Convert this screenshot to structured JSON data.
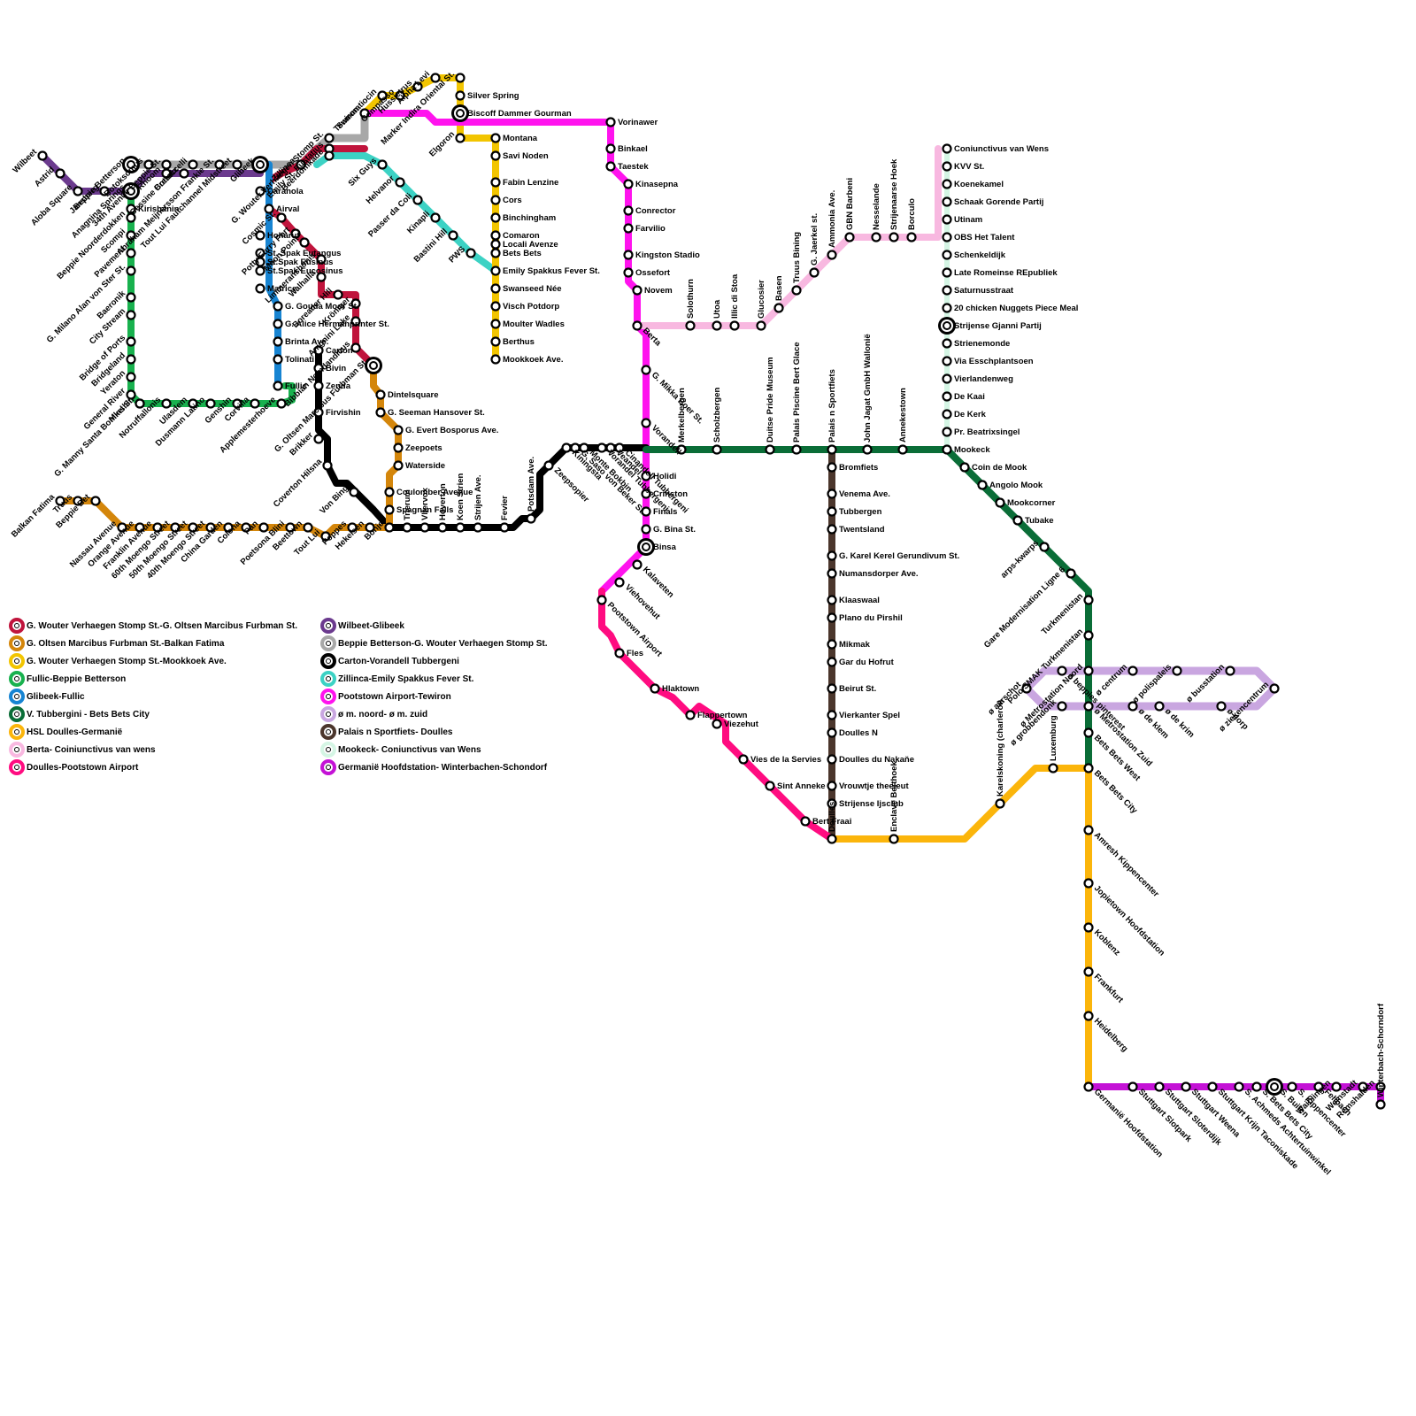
{
  "lines": [
    {
      "id": "red",
      "name": "G. Wouter Verhaegen Stomp St.-G. Oltsen Marcibus Furbman St.",
      "color": "#c0143c"
    },
    {
      "id": "orange",
      "name": "G. Oltsen Marcibus Furbman St.-Balkan Fatima",
      "color": "#d4860b"
    },
    {
      "id": "yellow",
      "name": "G. Wouter Verhaegen Stomp St.-Mookkoek Ave.",
      "color": "#f2c500"
    },
    {
      "id": "green",
      "name": "Fullic-Beppie Betterson",
      "color": "#18b14e"
    },
    {
      "id": "blue",
      "name": "Glibeek-Fullic",
      "color": "#1784d2"
    },
    {
      "id": "darkgreen",
      "name": "V. Tubbergini - Bets Bets City",
      "color": "#0a6d37"
    },
    {
      "id": "amber",
      "name": "HSL Doulles-Germanië",
      "color": "#fbb50b"
    },
    {
      "id": "pink",
      "name": "Berta- Coiniunctivus van wens",
      "color": "#f8b8e0"
    },
    {
      "id": "crimson",
      "name": "Doulles-Pootstown Airport",
      "color": "#ff0c80"
    },
    {
      "id": "purple",
      "name": "Wilbeet-Glibeek",
      "color": "#6b3a8e"
    },
    {
      "id": "gray",
      "name": "Beppie Betterson-G. Wouter Verhaegen Stomp St.",
      "color": "#a8a8a8"
    },
    {
      "id": "black",
      "name": "Carton-Vorandell Tubbergeni",
      "color": "#000000"
    },
    {
      "id": "teal",
      "name": "Zillinca-Emily Spakkus Fever St.",
      "color": "#3cd2c4"
    },
    {
      "id": "magenta",
      "name": "Pootstown Airport-Tewiron",
      "color": "#ff13ee"
    },
    {
      "id": "lavender",
      "name": "ø m. noord- ø m. zuid",
      "color": "#c9a6e0"
    },
    {
      "id": "brown",
      "name": "Palais n Sportfiets- Doulles",
      "color": "#4b362c"
    },
    {
      "id": "mint",
      "name": "Mookeck- Coniunctivus van Wens",
      "color": "#d4f5e4"
    },
    {
      "id": "violet",
      "name": "Germanië Hoofdstation- Winterbachen-Schondorf",
      "color": "#c412d6"
    }
  ],
  "stations": [
    {
      "n": "Wilbeet",
      "a": -45
    },
    {
      "n": "Astrid",
      "a": -45
    },
    {
      "n": "Aloba Square",
      "a": -45
    },
    {
      "n": "Jansberg",
      "a": -45
    },
    {
      "n": "Beppie Betterson",
      "a": -45
    },
    {
      "n": "Anagnina Springs",
      "a": -45
    },
    {
      "n": "Botoksomus",
      "a": -45
    },
    {
      "n": "34th Avenue Beppie St.",
      "a": -45
    },
    {
      "n": "Rhoom",
      "a": -45
    },
    {
      "n": "Cressix",
      "a": -45
    },
    {
      "n": "Cessine Bottaccelli",
      "a": -45
    },
    {
      "n": "Abraham Meijnersson Frankie St.",
      "a": -45
    },
    {
      "n": "Tout Lui Fautchannel Midstreet",
      "a": -45
    },
    {
      "n": "Glibeek",
      "a": -45
    },
    {
      "n": "Zillinca",
      "a": -45
    },
    {
      "n": "G. Wouter Verhaegen Stomp St.",
      "a": -45
    },
    {
      "n": "Emily St. Eustatius",
      "a": -45
    },
    {
      "n": "Beerdomkade",
      "a": -45
    },
    {
      "n": "Tewiron",
      "a": -45
    },
    {
      "n": "Summatiocin",
      "a": -45
    },
    {
      "n": "Compasso",
      "a": -45
    },
    {
      "n": "Hussietrus",
      "a": -45
    },
    {
      "n": "Alpha Levi",
      "a": -45
    },
    {
      "n": "Marker Indira Oriental St.",
      "a": -45
    },
    {
      "n": "Silver Spring",
      "a": 0
    },
    {
      "n": "Biscoff Dammer Gourman",
      "a": 0
    },
    {
      "n": "Vorinawer",
      "a": 0
    },
    {
      "n": "Binkael",
      "a": 0
    },
    {
      "n": "Taestek",
      "a": 0
    },
    {
      "n": "Kinasepna",
      "a": 0
    },
    {
      "n": "Conrector",
      "a": 0
    },
    {
      "n": "Farvilio",
      "a": 0
    },
    {
      "n": "Kingston Stadio",
      "a": 0
    },
    {
      "n": "Ossefort",
      "a": 0
    },
    {
      "n": "Novem",
      "a": 0
    },
    {
      "n": "Montana",
      "a": 0
    },
    {
      "n": "Savi Noden",
      "a": 0
    },
    {
      "n": "Fabin Lenzine",
      "a": 0
    },
    {
      "n": "Cors",
      "a": 0
    },
    {
      "n": "Binchingham",
      "a": 0
    },
    {
      "n": "Comaron",
      "a": 0
    },
    {
      "n": "Locali Avenze",
      "a": 0
    },
    {
      "n": "Bets Bets",
      "a": 0
    },
    {
      "n": "Emily Spakkus Fever St.",
      "a": 0
    },
    {
      "n": "Swanseed Née",
      "a": 0
    },
    {
      "n": "Visch Potdorp",
      "a": 0
    },
    {
      "n": "Moulter Wadles",
      "a": 0
    },
    {
      "n": "Berthus",
      "a": 0
    },
    {
      "n": "Mookkoek Ave.",
      "a": 0
    },
    {
      "n": "Six Guys",
      "a": -45
    },
    {
      "n": "Helvanor",
      "a": -45
    },
    {
      "n": "Passer da Coli",
      "a": -45
    },
    {
      "n": "Elgoron",
      "a": -45
    },
    {
      "n": "Kinapli",
      "a": -45
    },
    {
      "n": "Bastini Hill",
      "a": -45
    },
    {
      "n": "PWS",
      "a": -45
    },
    {
      "n": "Caranola",
      "a": 0
    },
    {
      "n": "Airval",
      "a": 0
    },
    {
      "n": "Cosmic St.",
      "a": -45
    },
    {
      "n": "Potty Furry Port",
      "a": -45
    },
    {
      "n": "Moon Point",
      "a": -45
    },
    {
      "n": "Limmeranshonis",
      "a": -45
    },
    {
      "n": "Walhalla",
      "a": -45
    },
    {
      "n": "Boreader Hill",
      "a": -45
    },
    {
      "n": "Kröniger",
      "a": -45
    },
    {
      "n": "Anignini Lake",
      "a": -45
    },
    {
      "n": "Bibbian Nomdandicus",
      "a": -45
    },
    {
      "n": "G. Oltsen Marcibus Furbman St.",
      "a": -45
    },
    {
      "n": "Kirishanin",
      "a": 0
    },
    {
      "n": "Beppie Noorderdokken",
      "a": -45
    },
    {
      "n": "Scompi",
      "a": -45
    },
    {
      "n": "Pavement",
      "a": -45
    },
    {
      "n": "G. Milano Alan von Ster St.",
      "a": -45
    },
    {
      "n": "Baeronik",
      "a": -45
    },
    {
      "n": "City Stream",
      "a": -45
    },
    {
      "n": "Bridge of Ports",
      "a": -45
    },
    {
      "n": "Bridgeland",
      "a": -45
    },
    {
      "n": "Yeraton",
      "a": -45
    },
    {
      "n": "General River",
      "a": -45
    },
    {
      "n": "G. Manny Santa Bonikel St.",
      "a": -45
    },
    {
      "n": "Minshin",
      "a": -45
    },
    {
      "n": "Notruffallonis",
      "a": -45
    },
    {
      "n": "Ulasdem",
      "a": -45
    },
    {
      "n": "Dusmann Latino",
      "a": -45
    },
    {
      "n": "Genshin",
      "a": -45
    },
    {
      "n": "Corvilla",
      "a": -45
    },
    {
      "n": "Applemesterhoeve",
      "a": -45
    },
    {
      "n": "Hoharuf",
      "a": 0
    },
    {
      "n": "St. Spak Eutangus",
      "a": 0
    },
    {
      "n": "St.Spak Eusinus",
      "a": 0
    },
    {
      "n": "St.Spak Eucosinus",
      "a": 0
    },
    {
      "n": "Matrice",
      "a": 0
    },
    {
      "n": "G. Gouda Moor St.",
      "a": 0
    },
    {
      "n": "G. Alice Hermanprinter St.",
      "a": 0
    },
    {
      "n": "Brinta Ave.",
      "a": 0
    },
    {
      "n": "Tolinati",
      "a": 0
    },
    {
      "n": "Fullic",
      "a": 0
    },
    {
      "n": "Carton",
      "a": 0
    },
    {
      "n": "Bivin",
      "a": 0
    },
    {
      "n": "Zenda",
      "a": 0
    },
    {
      "n": "Firvishin",
      "a": 0
    },
    {
      "n": "Brikker",
      "a": -45
    },
    {
      "n": "Coverton Hilsna",
      "a": -45
    },
    {
      "n": "Von Bing",
      "a": -45
    },
    {
      "n": "Dintelsquare",
      "a": 0
    },
    {
      "n": "G. Seeman Hansover St.",
      "a": 0
    },
    {
      "n": "G. Evert Bosporus Ave.",
      "a": 0
    },
    {
      "n": "Zeepoets",
      "a": 0
    },
    {
      "n": "Waterside",
      "a": 0
    },
    {
      "n": "Coulomber Avenue",
      "a": 0
    },
    {
      "n": "Spagnan Falls",
      "a": 0
    },
    {
      "n": "Balkan Fatima",
      "a": -45
    },
    {
      "n": "Truus",
      "a": -45
    },
    {
      "n": "Beppie Bet",
      "a": -45
    },
    {
      "n": "Nassau Avenue",
      "a": -45
    },
    {
      "n": "Orange Avenue",
      "a": -45
    },
    {
      "n": "Franklin Avenue",
      "a": -45
    },
    {
      "n": "60th Moengo Street",
      "a": -45
    },
    {
      "n": "50th Moengo Street",
      "a": -45
    },
    {
      "n": "40th Moengo Street",
      "a": -45
    },
    {
      "n": "China Garden",
      "a": -45
    },
    {
      "n": "Colona",
      "a": -45
    },
    {
      "n": "Pan",
      "a": -45
    },
    {
      "n": "Poetsona Blini",
      "a": -45
    },
    {
      "n": "Beettown",
      "a": -45
    },
    {
      "n": "Tout Lui",
      "a": -45
    },
    {
      "n": "Poppes",
      "a": -45
    },
    {
      "n": "Hekelsen",
      "a": -45
    },
    {
      "n": "Bonje",
      "a": -45
    },
    {
      "n": "Trierum",
      "a": -90
    },
    {
      "n": "Vliervox",
      "a": -90
    },
    {
      "n": "Hoverton",
      "a": -90
    },
    {
      "n": "Koen Strien",
      "a": -90
    },
    {
      "n": "Strijen Ave.",
      "a": -90
    },
    {
      "n": "Fevier",
      "a": -90
    },
    {
      "n": "Potsdam Ave.",
      "a": -90
    },
    {
      "n": "Zeepsopier",
      "a": 45
    },
    {
      "n": "Kiningsta",
      "a": 45
    },
    {
      "n": "G. Saso von Beker St.",
      "a": 45
    },
    {
      "n": "Monte Bokbin",
      "a": 45
    },
    {
      "n": "Vorandel Tubbergeni",
      "a": 45
    },
    {
      "n": "Veandel",
      "a": 45
    },
    {
      "n": "Cinandeli Tubbergeni",
      "a": 45
    },
    {
      "n": "Vorandell",
      "a": 45
    },
    {
      "n": "G. Mikka Boer St.",
      "a": 45
    },
    {
      "n": "Berta",
      "a": 45
    },
    {
      "n": "Holidi",
      "a": 0
    },
    {
      "n": "Crinston",
      "a": 0
    },
    {
      "n": "Finals",
      "a": 0
    },
    {
      "n": "G. Bina St.",
      "a": 0
    },
    {
      "n": "Binsa",
      "a": 0
    },
    {
      "n": "Kalaveten",
      "a": 45
    },
    {
      "n": "Viehovehut",
      "a": 45
    },
    {
      "n": "Pootstown Airport",
      "a": 45
    },
    {
      "n": "Fles",
      "a": 0
    },
    {
      "n": "Hlaktown",
      "a": 0
    },
    {
      "n": "Flappertown",
      "a": 0
    },
    {
      "n": "Viezehut",
      "a": 0
    },
    {
      "n": "Vies de la Servies",
      "a": 0
    },
    {
      "n": "Sint Anneke",
      "a": 0
    },
    {
      "n": "Bert Fraai",
      "a": 0
    },
    {
      "n": "Merkelbergen",
      "a": -90
    },
    {
      "n": "Scholzbergen",
      "a": -90
    },
    {
      "n": "Duitse Pride Museum",
      "a": -90
    },
    {
      "n": "Palais Piscine Bert Glace",
      "a": -90
    },
    {
      "n": "Palais n Sportfiets",
      "a": -90
    },
    {
      "n": "John Jagat GmbH Wallonië",
      "a": -90
    },
    {
      "n": "Annekestown",
      "a": -90
    },
    {
      "n": "Mookeck",
      "a": 0
    },
    {
      "n": "Solothurn",
      "a": -90
    },
    {
      "n": "Utoa",
      "a": -90
    },
    {
      "n": "Illic di Stoa",
      "a": -90
    },
    {
      "n": "Glucosier",
      "a": -90
    },
    {
      "n": "Basen",
      "a": -90
    },
    {
      "n": "Truus Bining",
      "a": -90
    },
    {
      "n": "G. Jaerkel st.",
      "a": -90
    },
    {
      "n": "Ammonia Ave.",
      "a": -90
    },
    {
      "n": "GBN Barbeni",
      "a": -90
    },
    {
      "n": "Nesselande",
      "a": -90
    },
    {
      "n": "Strijenaarse Hoek",
      "a": -90
    },
    {
      "n": "Borculo",
      "a": -90
    },
    {
      "n": "Coniunctivus van Wens",
      "a": 0
    },
    {
      "n": "KVV St.",
      "a": 0
    },
    {
      "n": "Koenekamel",
      "a": 0
    },
    {
      "n": "Schaak Gorende Partij",
      "a": 0
    },
    {
      "n": "Utinam",
      "a": 0
    },
    {
      "n": "OBS  Het Talent",
      "a": 0
    },
    {
      "n": "Schenkeldijk",
      "a": 0
    },
    {
      "n": "Late Romeinse REpubliek",
      "a": 0
    },
    {
      "n": "Saturnusstraat",
      "a": 0
    },
    {
      "n": "20 chicken Nuggets Piece Meal",
      "a": 0
    },
    {
      "n": "Strijense Gjanni Partij",
      "a": 0
    },
    {
      "n": "Strienemonde",
      "a": 0
    },
    {
      "n": "Via Esschplantsoen",
      "a": 0
    },
    {
      "n": "Vierlandenweg",
      "a": 0
    },
    {
      "n": "De Kaai",
      "a": 0
    },
    {
      "n": "De Kerk",
      "a": 0
    },
    {
      "n": "Pr. Beatrixsingel",
      "a": 0
    },
    {
      "n": "Bromfiets",
      "a": 0
    },
    {
      "n": "Venema Ave.",
      "a": 0
    },
    {
      "n": "Tubbergen",
      "a": 0
    },
    {
      "n": "Twentsland",
      "a": 0
    },
    {
      "n": "G. Karel Kerel Gerundivum St.",
      "a": 0
    },
    {
      "n": "Numansdorper Ave.",
      "a": 0
    },
    {
      "n": "Klaaswaal",
      "a": 0
    },
    {
      "n": "Plano du Pirshil",
      "a": 0
    },
    {
      "n": "Mikmak",
      "a": 0
    },
    {
      "n": "Gar du Hofrut",
      "a": 0
    },
    {
      "n": "Beirut St.",
      "a": 0
    },
    {
      "n": "Vierkanter Spel",
      "a": 0
    },
    {
      "n": "Doulles N",
      "a": 0
    },
    {
      "n": "Doulles du Nakaňe",
      "a": 0
    },
    {
      "n": "Vrouwtje theeleut",
      "a": 0
    },
    {
      "n": "Strijense Ijsclub",
      "a": 0
    },
    {
      "n": "Doulles",
      "a": -90
    },
    {
      "n": "Enclave Berthoek",
      "a": -90
    },
    {
      "n": "Karelskoning (charleroi)",
      "a": -90
    },
    {
      "n": "Luxemburg",
      "a": -90
    },
    {
      "n": "Coin de Mook",
      "a": 0
    },
    {
      "n": "Angolo Mook",
      "a": 0
    },
    {
      "n": "Mookcorner",
      "a": 0
    },
    {
      "n": "Tubake",
      "a": 0
    },
    {
      "n": "arps-kwarps",
      "a": -45
    },
    {
      "n": "Gare Modernisation Ligne 6",
      "a": -45
    },
    {
      "n": "Turkmenistan",
      "a": -45
    },
    {
      "n": "Polo SMAK Turkmenistan",
      "a": -45
    },
    {
      "n": "ø beppies pinterest",
      "a": 45
    },
    {
      "n": "ø Metrostation Noord",
      "a": -45
    },
    {
      "n": "ø centrum",
      "a": -45
    },
    {
      "n": "ø polispaleis",
      "a": -45
    },
    {
      "n": "ø busstation",
      "a": -45
    },
    {
      "n": "ø ziekencentrum",
      "a": -45
    },
    {
      "n": "ø aarschot",
      "a": -45
    },
    {
      "n": "ø grobbendonk",
      "a": -45
    },
    {
      "n": "ø Metrostation Zuid",
      "a": 45
    },
    {
      "n": "ø de klem",
      "a": 45
    },
    {
      "n": "ø de krim",
      "a": 45
    },
    {
      "n": "ø dorp",
      "a": 45
    },
    {
      "n": "Bets Bets West",
      "a": 45
    },
    {
      "n": "Bets Bets City",
      "a": 45
    },
    {
      "n": "Amresh Kippencenter",
      "a": 45
    },
    {
      "n": "Jopietown Hoofdstation",
      "a": 45
    },
    {
      "n": "Koblenz",
      "a": 45
    },
    {
      "n": "Frankfurt",
      "a": 45
    },
    {
      "n": "Heidelberg",
      "a": 45
    },
    {
      "n": "Germanië Hoofdstation",
      "a": 45
    },
    {
      "n": "Stuttgart Slotpark",
      "a": 45
    },
    {
      "n": "Stuttgart Sloterdijk",
      "a": 45
    },
    {
      "n": "Stuttgart Weena",
      "a": 45
    },
    {
      "n": "Stuttgart Krijn Taconiskade",
      "a": 45
    },
    {
      "n": "S. Achmeds Achtertuinwinkel",
      "a": 45
    },
    {
      "n": "S. Bets Bets City",
      "a": 45
    },
    {
      "n": "S. Buiten",
      "a": 45
    },
    {
      "n": "S. Kippencenter",
      "a": 45
    },
    {
      "n": "Fellbach",
      "a": 45
    },
    {
      "n": "Waiblingen",
      "a": -45
    },
    {
      "n": "Weinstadt",
      "a": -45
    },
    {
      "n": "Remshalden",
      "a": -45
    },
    {
      "n": "Winterbach-Schorndorf",
      "a": -90
    }
  ]
}
